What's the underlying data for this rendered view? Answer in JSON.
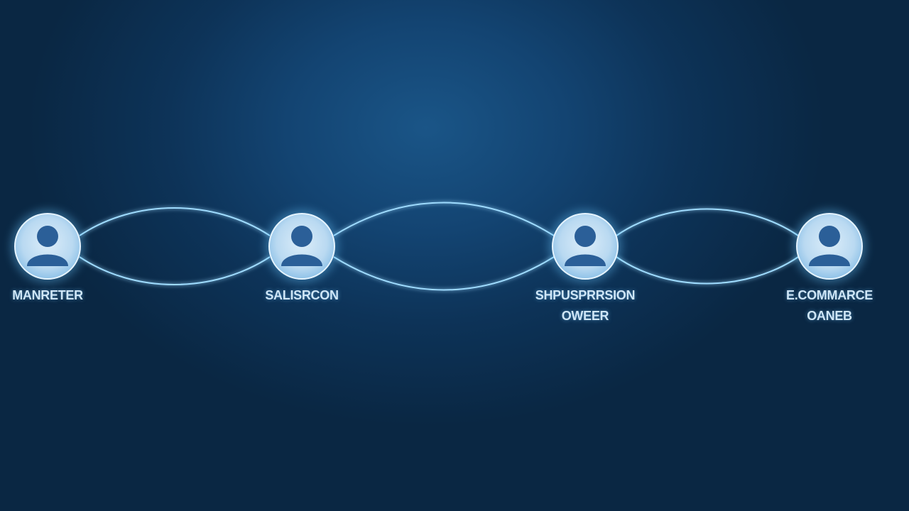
{
  "colors": {
    "background_top": "#1a5587",
    "background_bottom": "#0a2743",
    "link_glow": "#5fd0ff",
    "node_fill": "#cfe6f7",
    "person_icon": "#2b5f98",
    "label": "#cfe6f7"
  },
  "nodes": [
    {
      "icon": "person-icon",
      "label_lines": [
        "MANRETER"
      ]
    },
    {
      "icon": "person-icon",
      "label_lines": [
        "SALISRCON"
      ]
    },
    {
      "icon": "person-icon",
      "label_lines": [
        "SHPUSPRRSION",
        "OWEER"
      ]
    },
    {
      "icon": "person-icon",
      "label_lines": [
        "E.COMMARCE",
        "OANEB"
      ]
    }
  ]
}
